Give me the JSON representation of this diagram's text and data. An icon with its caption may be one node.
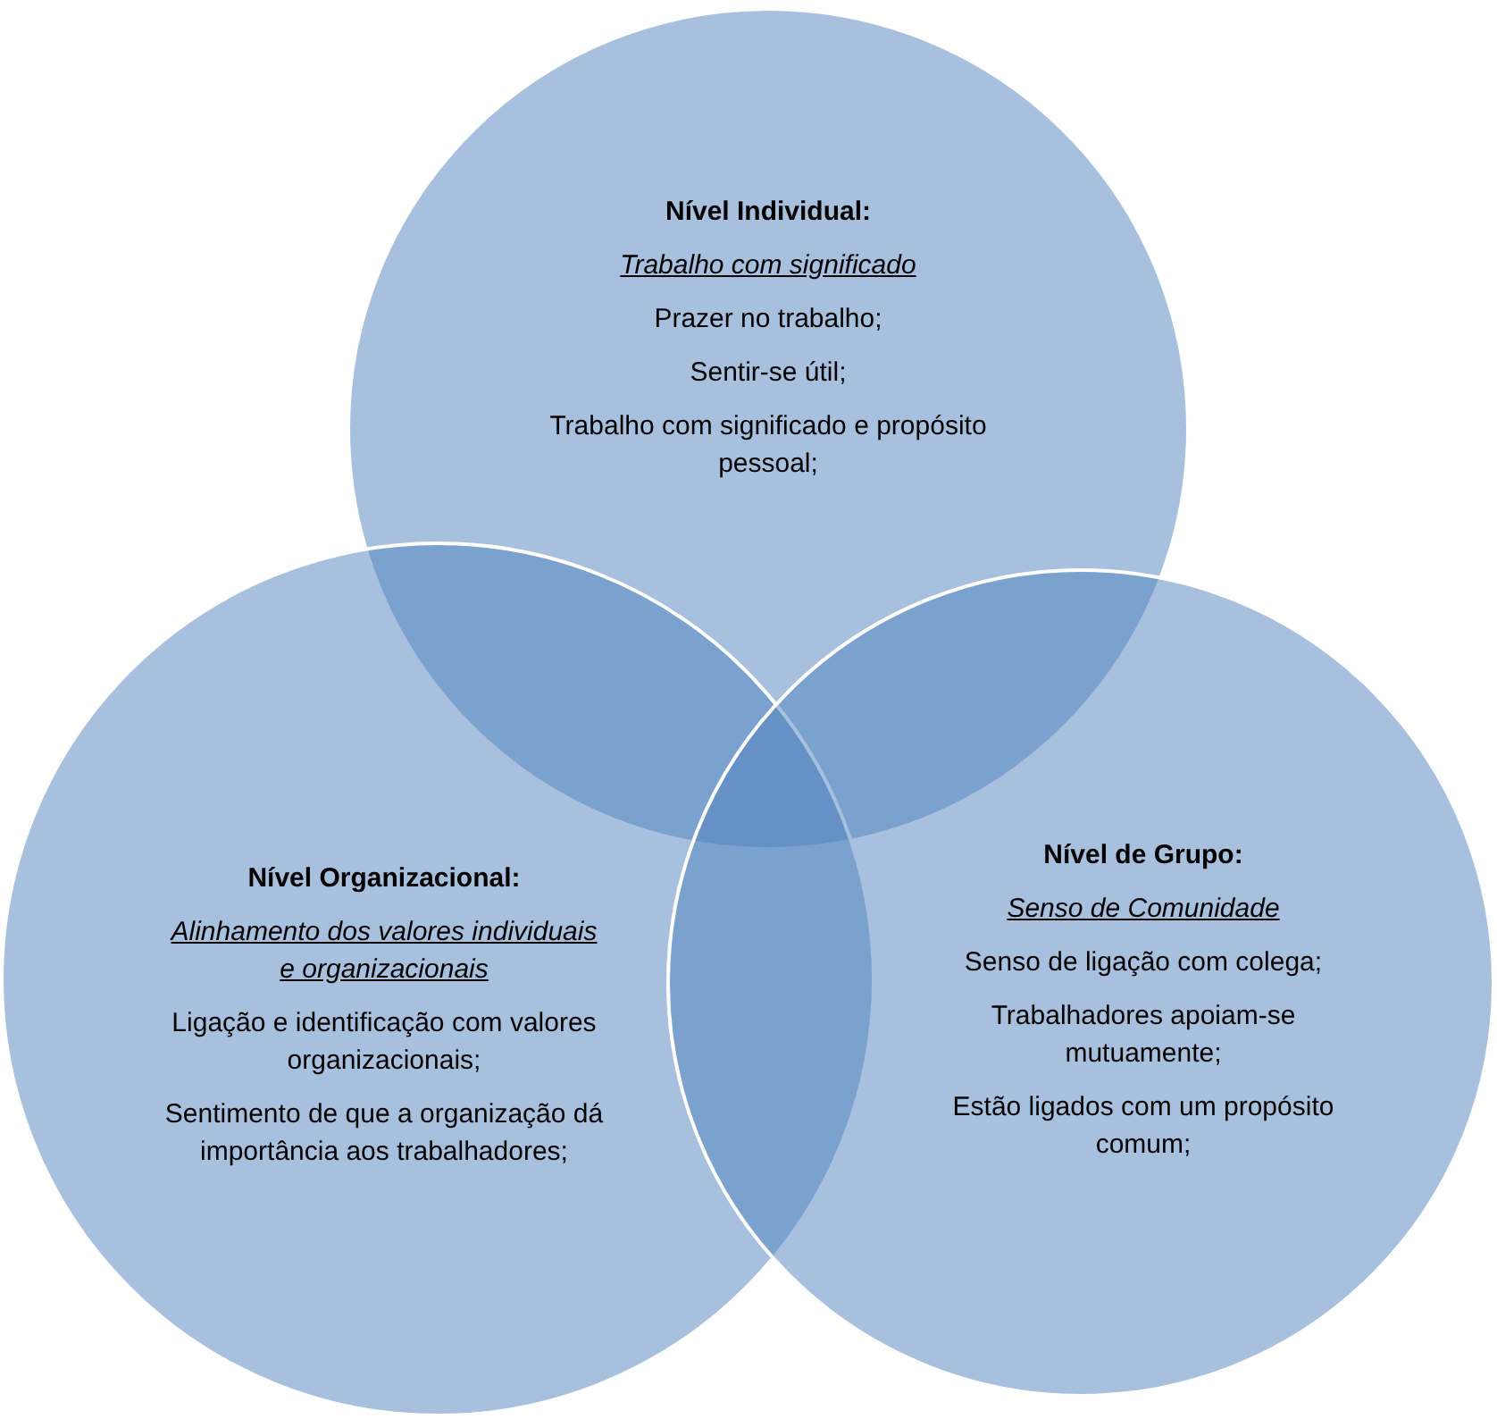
{
  "diagram": {
    "nodes": [
      {
        "text": [
          "Nível Individual:",
          "Trabalho com significado",
          "Prazer no trabalho;",
          "Sentir-se útil;",
          "Trabalho com significado e propósito pessoal;"
        ]
      },
      {
        "text": [
          "Nível Organizacional:",
          "Alinhamento dos valores individuais e organizacionais",
          "Ligação e identificação com valores organizacionais;",
          "Sentimento de que a organização dá importância aos trabalhadores;"
        ]
      },
      {
        "text": [
          "Nível de Grupo:",
          "Senso de Comunidade",
          "Senso de ligação com colega;",
          "Trabalhadores apoiam-se mutuamente;",
          "Estão ligados com um propósito comum;"
        ]
      }
    ]
  }
}
